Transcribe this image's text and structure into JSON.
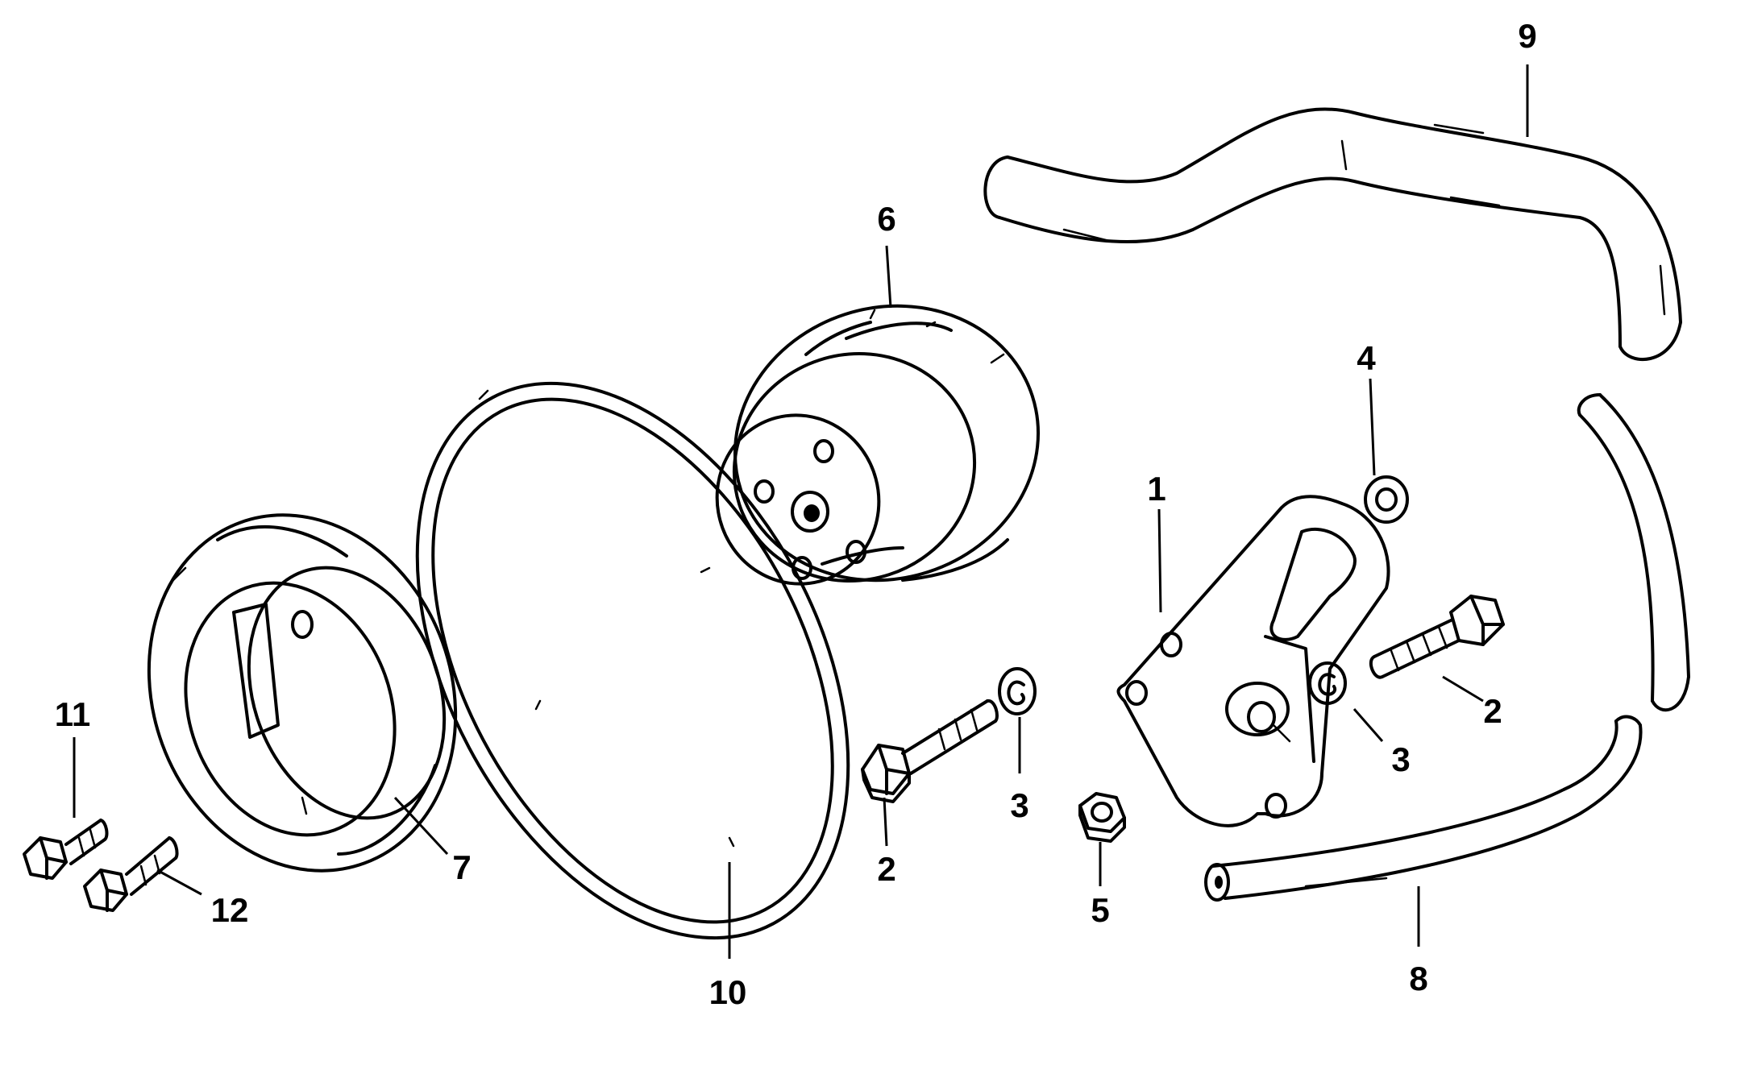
{
  "callouts": {
    "c1": "1",
    "c2a": "2",
    "c2b": "2",
    "c3a": "3",
    "c3b": "3",
    "c4": "4",
    "c5": "5",
    "c6": "6",
    "c7": "7",
    "c8": "8",
    "c9": "9",
    "c10": "10",
    "c11": "11",
    "c12": "12"
  }
}
